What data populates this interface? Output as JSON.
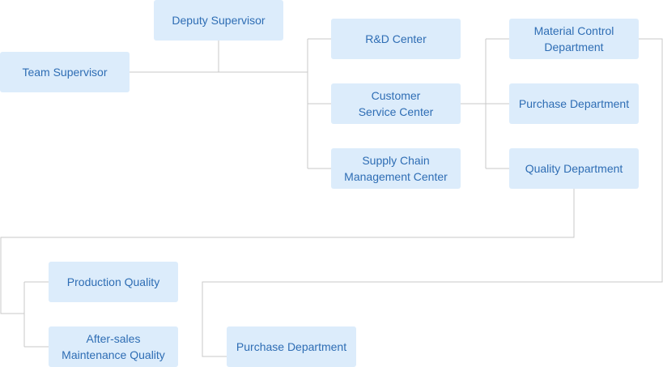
{
  "nodes": {
    "deputy_supervisor": "Deputy Supervisor",
    "team_supervisor": "Team Supervisor",
    "rd_center": "R&D Center",
    "customer_service_center": "Customer\nService  Center",
    "supply_chain_center": "Supply Chain\nManagement Center",
    "material_control": "Material Control\nDepartment",
    "purchase_department": "Purchase Department",
    "quality_department": "Quality Department",
    "production_quality": "Production Quality",
    "after_sales_quality": "After-sales\nMaintenance Quality",
    "purchase_department_2": "Purchase Department"
  },
  "colors": {
    "node_fill": "#dcecfb",
    "node_text": "#2e6db4",
    "connector": "#c8c8c8"
  }
}
